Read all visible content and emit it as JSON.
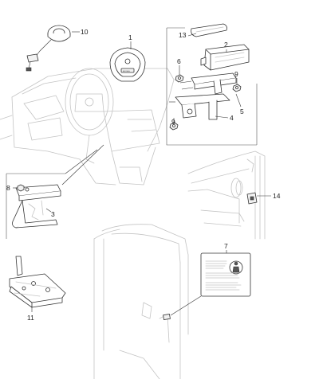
{
  "callouts": {
    "c1": "1",
    "c2": "2",
    "c3": "3",
    "c4": "4",
    "c5": "5",
    "c6": "6",
    "c7": "7",
    "c8": "8",
    "c9a": "9",
    "c9b": "9",
    "c10": "10",
    "c11": "11",
    "c13": "13",
    "c14": "14"
  },
  "airbag_label_brand": "AIR BAG"
}
